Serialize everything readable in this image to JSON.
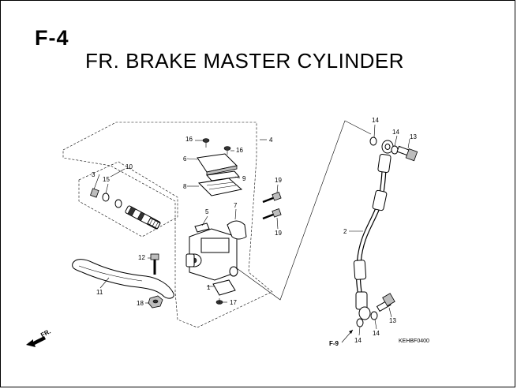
{
  "header": {
    "code": "F-4",
    "title": "FR. BRAKE MASTER CYLINDER"
  },
  "callouts": {
    "c1": "1",
    "c2": "2",
    "c3": "3",
    "c4": "4",
    "c5": "5",
    "c6": "6",
    "c7": "7",
    "c8": "8",
    "c9": "9",
    "c10": "10",
    "c11": "11",
    "c12": "12",
    "c13a": "13",
    "c13b": "13",
    "c14a": "14",
    "c14b": "14",
    "c14c": "14",
    "c14d": "14",
    "c15": "15",
    "c16a": "16",
    "c16b": "16",
    "c17": "17",
    "c18": "18",
    "c19a": "19",
    "c19b": "19"
  },
  "references": {
    "front_arrow": "FR.",
    "page_ref": "F-9",
    "drawing_code": "KEHBF0400"
  }
}
